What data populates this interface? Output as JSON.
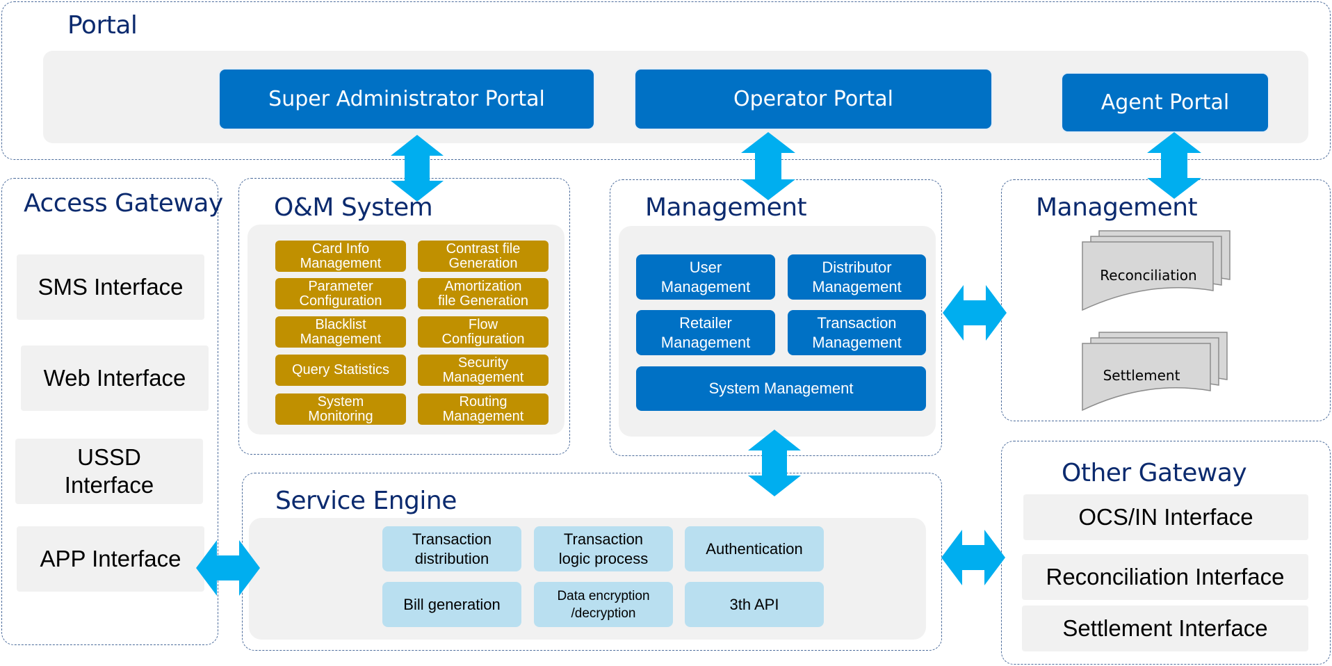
{
  "portal": {
    "title": "Portal",
    "buttons": [
      "Super Administrator Portal",
      "Operator Portal",
      "Agent Portal"
    ]
  },
  "access_gateway": {
    "title": "Access Gateway",
    "items": [
      "SMS Interface",
      "Web Interface",
      "USSD\nInterface",
      "APP Interface"
    ]
  },
  "om_system": {
    "title": "O&M System",
    "items": [
      "Card Info\nManagement",
      "Contrast file\nGeneration",
      "Parameter\nConfiguration",
      "Amortization\nfile Generation",
      "Blacklist\nManagement",
      "Flow\nConfiguration",
      "Query Statistics",
      "Security\nManagement",
      "System\nMonitoring",
      "Routing\nManagement"
    ]
  },
  "management_center": {
    "title": "Management",
    "items": [
      "User\nManagement",
      "Distributor\nManagement",
      "Retailer\nManagement",
      "Transaction\nManagement",
      "System Management"
    ]
  },
  "management_right": {
    "title": "Management",
    "documents": [
      "Reconciliation",
      "Settlement"
    ]
  },
  "service_engine": {
    "title": "Service Engine",
    "items": [
      "Transaction\ndistribution",
      "Transaction\nlogic process",
      "Authentication",
      "Bill generation",
      "Data encryption\n/decryption",
      "3th API"
    ]
  },
  "other_gateway": {
    "title": "Other Gateway",
    "items": [
      "OCS/IN Interface",
      "Reconciliation Interface",
      "Settlement Interface"
    ]
  },
  "colors": {
    "portal_blue": "#0071c5",
    "om_gold": "#c09000",
    "engine_light_blue": "#b9dff0",
    "arrow_cyan": "#00aeef",
    "title_navy": "#0b2a6e",
    "panel_gray": "#f1f1f1"
  }
}
